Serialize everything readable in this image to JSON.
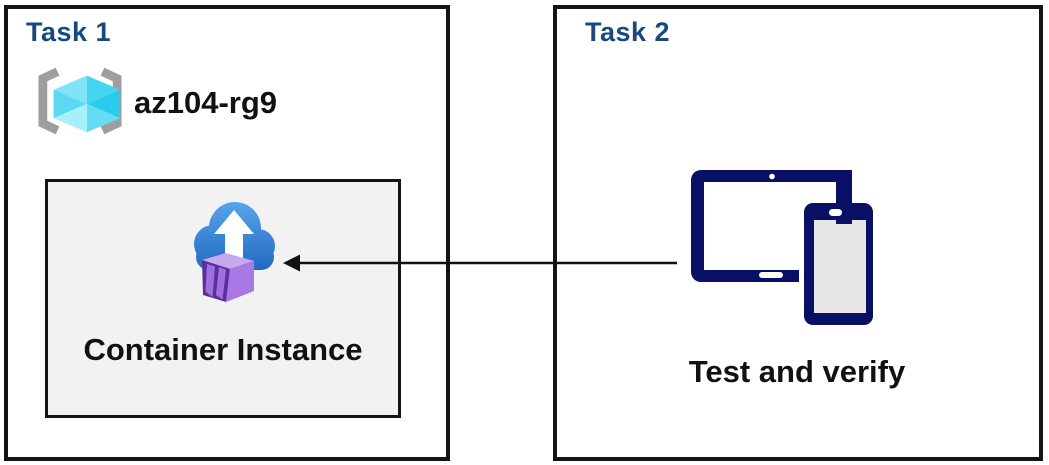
{
  "task1": {
    "title": "Task 1",
    "resource_group_name": "az104-rg9",
    "container": {
      "label": "Container Instance"
    }
  },
  "task2": {
    "title": "Task 2",
    "label": "Test and verify"
  },
  "connector": {
    "direction": "right-to-left"
  },
  "icons": {
    "task1": [
      "resource-group-icon",
      "container-instance-icon"
    ],
    "task2": [
      "devices-tablet-phone-icon"
    ],
    "connector": [
      "arrow-left-icon"
    ]
  },
  "colors": {
    "task_title": "#17497D",
    "box_border": "#141414",
    "container_box_bg": "#F2F2F2",
    "device_navy": "#0A0F66",
    "device_phone_screen": "#E7E7E7",
    "cloud_blue_top": "#57A5EA",
    "cloud_blue_bottom": "#1F66BE",
    "container_purple_dark": "#5B2F9E",
    "container_purple_door": "#A06FDF",
    "container_purple_side": "#A878E4",
    "container_purple_top": "#C7A9F0",
    "cube_cyan_light": "#7FE4F8",
    "cube_cyan_dark": "#2BCBEC",
    "bracket_gray": "#9E9E9E",
    "arrow_black": "#111111"
  }
}
